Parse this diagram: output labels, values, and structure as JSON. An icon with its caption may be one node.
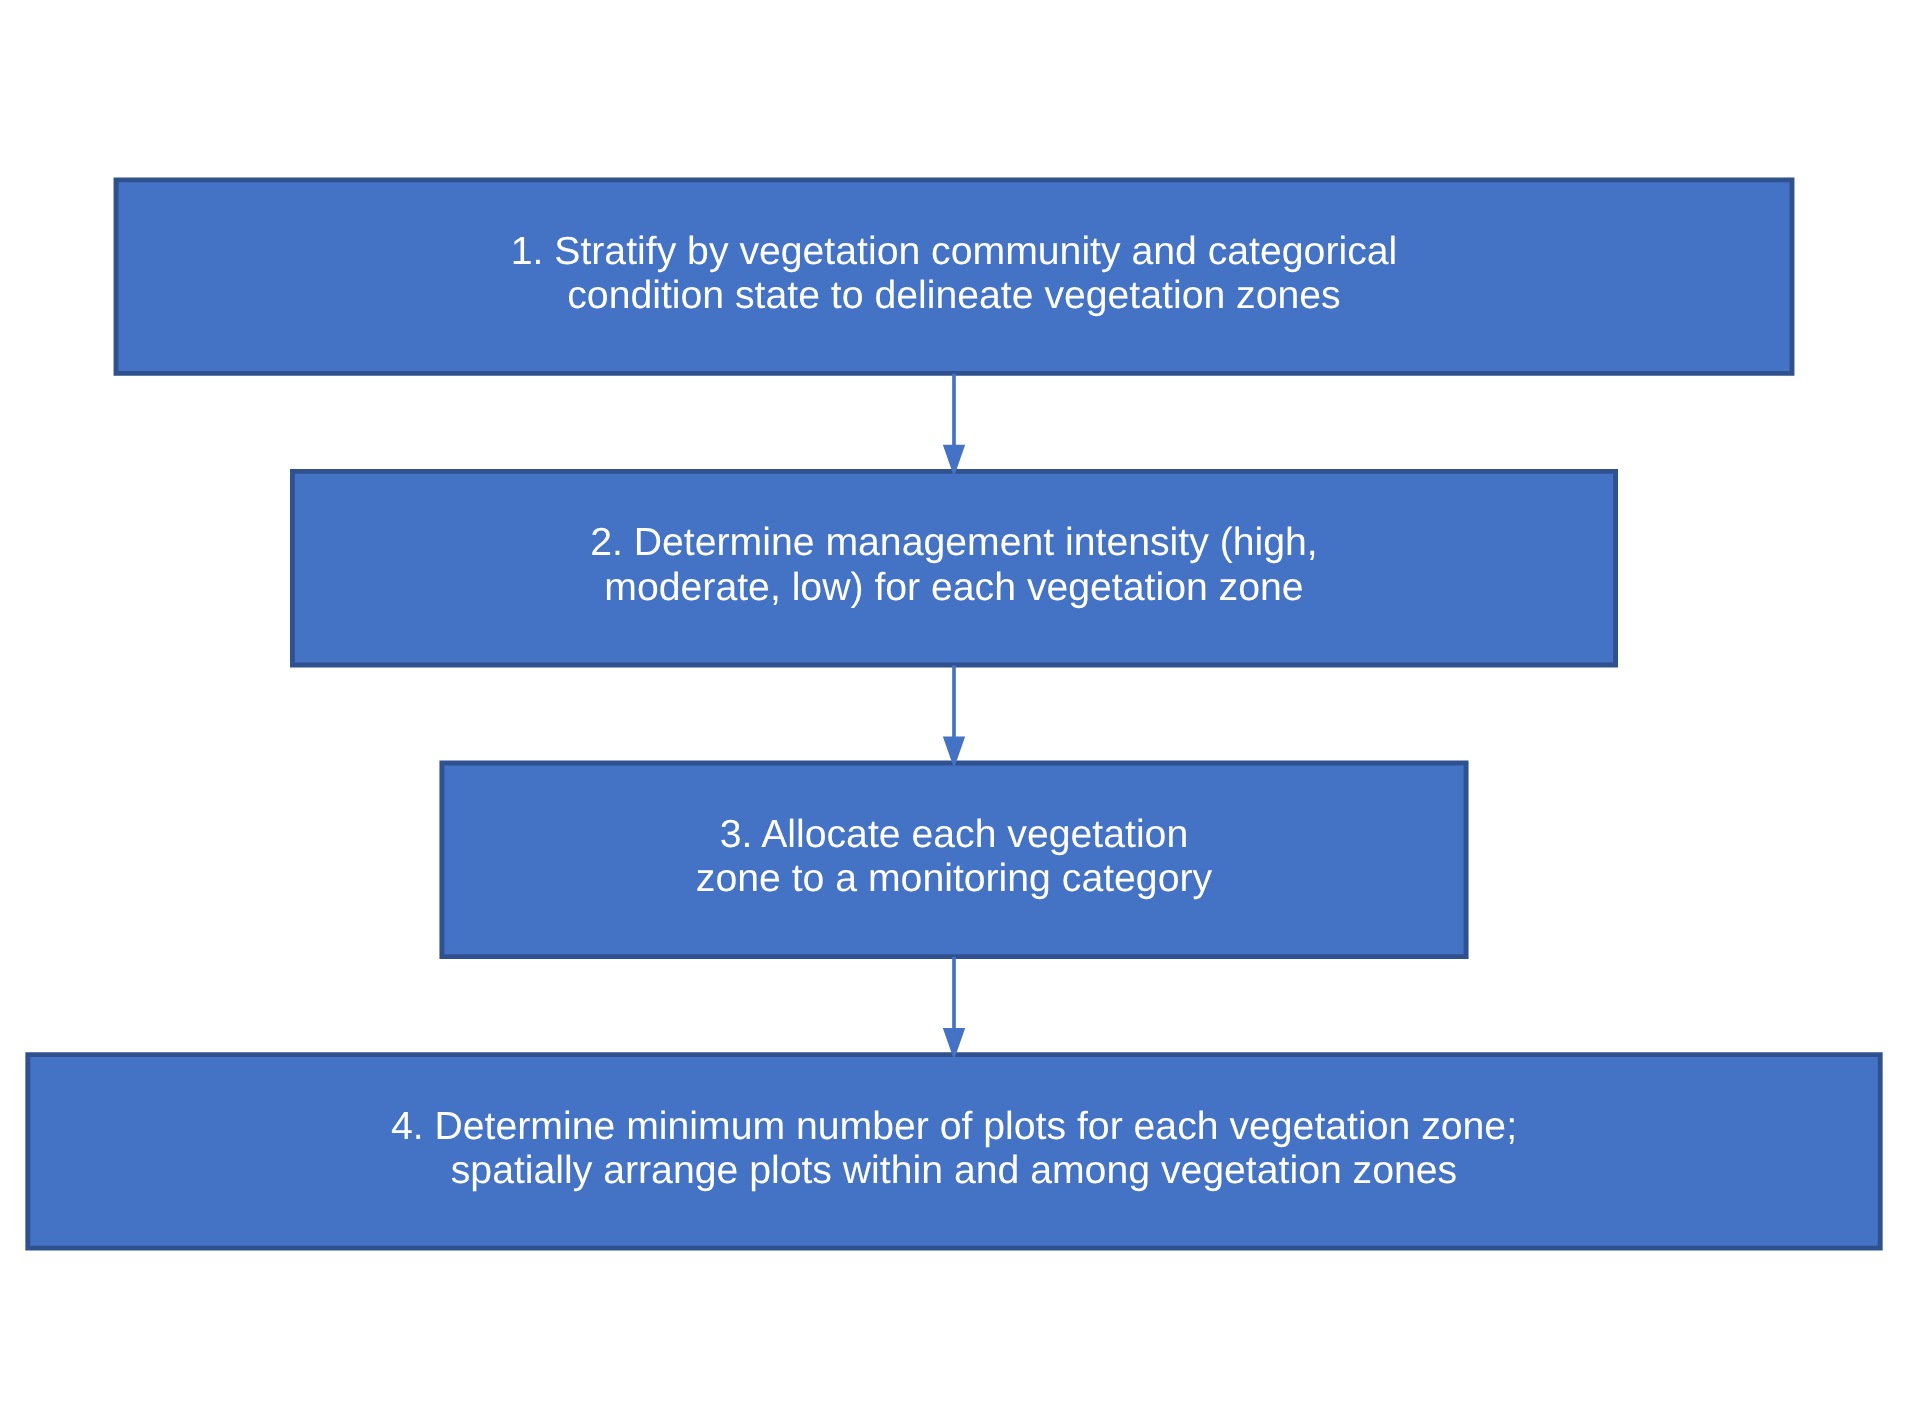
{
  "diagram": {
    "nodes": [
      {
        "text": [
          "1. Stratify by vegetation community and categorical condition state to delineate vegetation zones"
        ]
      },
      {
        "text": [
          "2. Determine management intensity (high, moderate, low) for each vegetation zone"
        ]
      },
      {
        "text": [
          "3. Allocate each vegetation zone to a monitoring category"
        ]
      },
      {
        "text": [
          "4. Determine minimum number of plots for each vegetation zone; spatially arrange plots within and among vegetation zones"
        ]
      }
    ],
    "edges": [
      {
        "from": 0,
        "to": 1,
        "arrow": "to"
      },
      {
        "from": 1,
        "to": 2,
        "arrow": "to"
      },
      {
        "from": 2,
        "to": 3,
        "arrow": "to"
      }
    ]
  }
}
